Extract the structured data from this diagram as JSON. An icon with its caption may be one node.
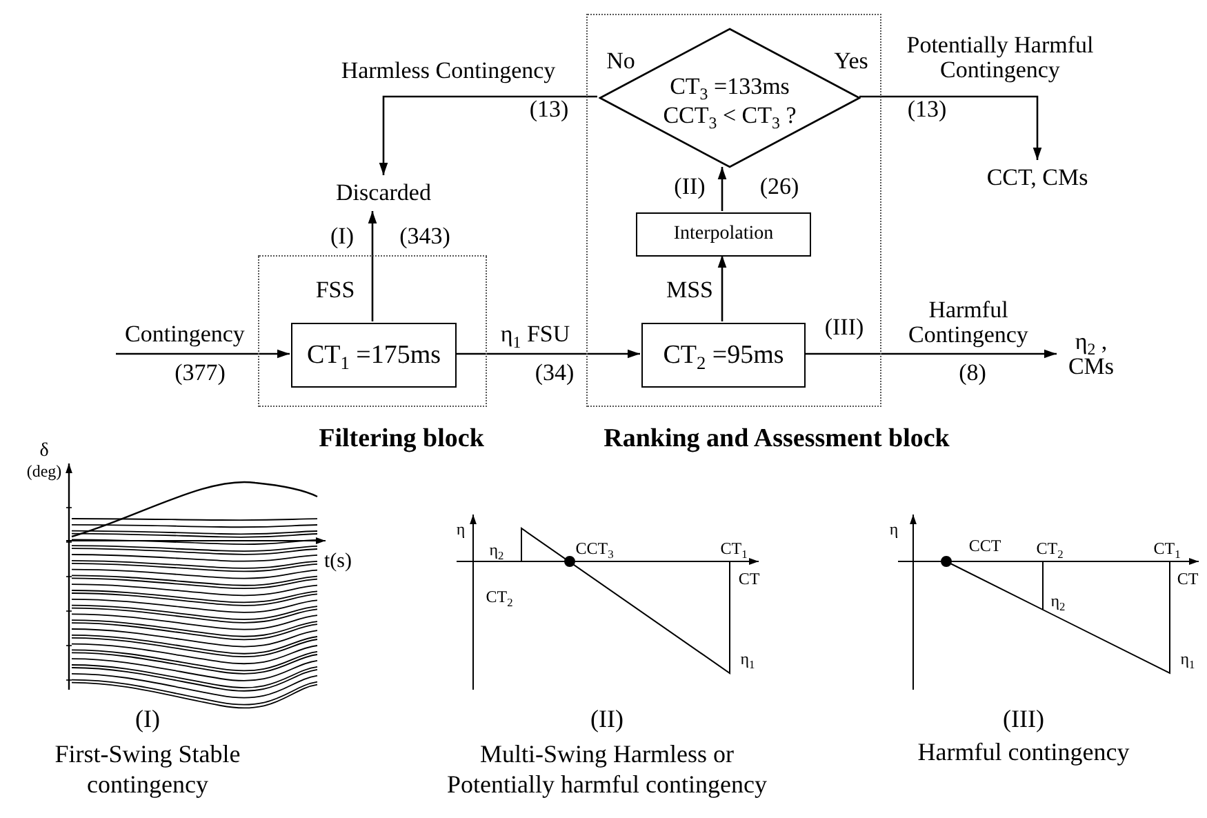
{
  "diagram": {
    "nodes": [
      {
        "text": [
          "Filtering block"
        ]
      },
      {
        "text": [
          "CT$_{1}$ =175ms"
        ],
        "in": 0
      },
      {
        "text": [
          "Ranking and Assessment block"
        ]
      },
      {
        "text": [
          "CT$_{2}$ =95ms"
        ],
        "in": 2
      },
      {
        "text": [
          "Interpolation"
        ],
        "in": 2
      },
      {
        "text": [
          "CT$_{3}$ =133ms CCT$_{3}$ < CT$_{3}$ ?"
        ],
        "in": 2
      },
      {
        "text": [
          "Discarded"
        ]
      },
      {
        "text": [
          "CCT, CMs"
        ]
      },
      {
        "text": [
          "η$_{2}$ , CMs"
        ]
      }
    ],
    "edges": [
      {
        "from": null,
        "to": 1,
        "arrow": "to",
        "label": "Contingency"
      },
      {
        "from": 1,
        "to": 6,
        "arrow": "to",
        "label": "FSS"
      },
      {
        "from": 1,
        "to": 3,
        "arrow": "to",
        "label": "η$_{1}$ FSU"
      },
      {
        "from": 3,
        "to": 4,
        "arrow": "to",
        "label": "MSS"
      },
      {
        "from": 4,
        "to": 5,
        "arrow": "to"
      },
      {
        "from": 5,
        "to": 6,
        "arrow": "to",
        "label": "Harmless Contingency"
      },
      {
        "from": 5,
        "to": 7,
        "arrow": "to",
        "label": "Potentially Harmful Contingency"
      },
      {
        "from": 3,
        "to": 8,
        "arrow": "to",
        "label": "Harmful Contingency"
      }
    ],
    "labels": [
      "(377)",
      "(I)",
      "(343)",
      "(34)",
      "(II)",
      "(26)",
      "No",
      "(13)",
      "Yes",
      "(13)",
      "(III)",
      "(8)",
      "δ",
      "(deg)",
      "t(s)",
      "η",
      "η$_{2}$",
      "CCT$_{3}$",
      "CT$_{1}$",
      "CT",
      "CT$_{2}$",
      "η$_{1}$",
      "η",
      "CCT",
      "CT$_{2}$",
      "CT$_{1}$",
      "CT",
      "η$_{2}$",
      "η$_{1}$",
      "(I)",
      "First-Swing Stable contingency",
      "(II)",
      "Multi-Swing Harmless or Potentially harmful contingency",
      "(III)",
      "Harmful contingency"
    ]
  }
}
